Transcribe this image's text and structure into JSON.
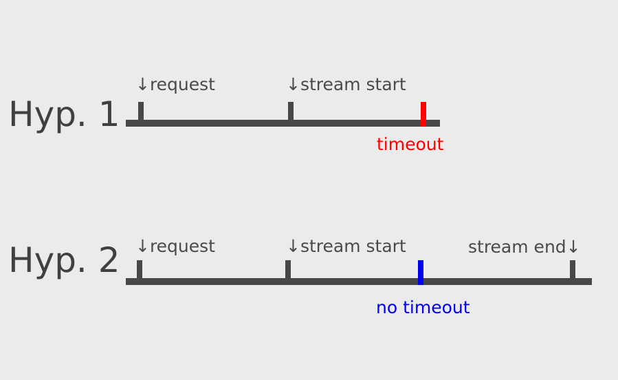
{
  "colors": {
    "background": "#ebebeb",
    "line": "#484848",
    "title_text": "#404040",
    "label_text": "#4a4a4a",
    "timeout": "#ff0000",
    "no_timeout": "#0000f0"
  },
  "hyp1": {
    "title": "Hyp. 1",
    "request_label": "↓request",
    "stream_start_label": "↓stream start",
    "timeout_label": "timeout"
  },
  "hyp2": {
    "title": "Hyp. 2",
    "request_label": "↓request",
    "stream_start_label": "↓stream start",
    "stream_end_label": "stream end↓",
    "no_timeout_label": "no timeout"
  }
}
